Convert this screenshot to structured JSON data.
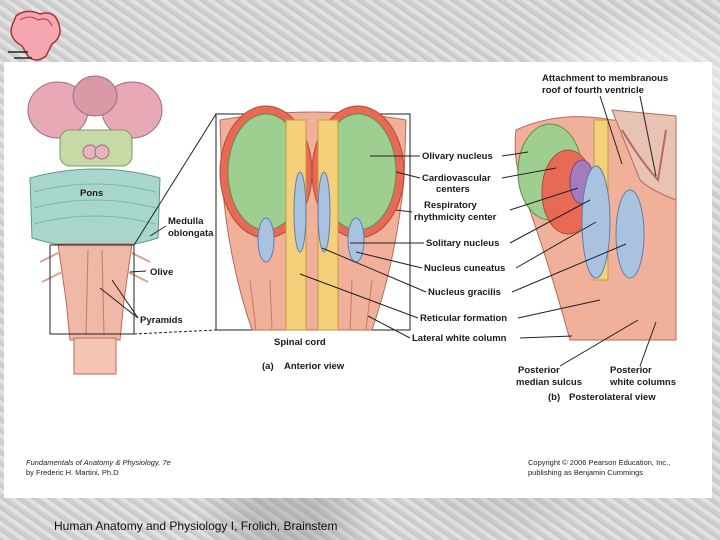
{
  "labels": {
    "pons": "Pons",
    "medulla_line1": "Medulla",
    "medulla_line2": "oblongata",
    "olive": "Olive",
    "pyramids": "Pyramids",
    "olivary_nucleus": "Olivary nucleus",
    "cardio_line1": "Cardiovascular",
    "cardio_line2": "centers",
    "resp_line1": "Respiratory",
    "resp_line2": "rhythmicity center",
    "solitary": "Solitary nucleus",
    "cuneatus": "Nucleus cuneatus",
    "gracilis": "Nucleus gracilis",
    "reticular": "Reticular formation",
    "lateral_white": "Lateral white column",
    "spinal_cord": "Spinal cord",
    "attach_line1": "Attachment to membranous",
    "attach_line2": "roof of fourth ventricle",
    "post_median_line1": "Posterior",
    "post_median_line2": "median sulcus",
    "post_white_line1": "Posterior",
    "post_white_line2": "white columns"
  },
  "views": {
    "a_letter": "(a)",
    "a_title": "Anterior view",
    "b_letter": "(b)",
    "b_title": "Posterolateral view"
  },
  "credits": {
    "book_line1": "Fundamentals of Anatomy & Physiology, 7e",
    "book_line2": "by Frederic H. Martini, Ph.D",
    "copyright_line1": "Copyright © 2006 Pearson Education, Inc.,",
    "copyright_line2": "publishing as Benjamin Cummings"
  },
  "footer": {
    "caption": "Human Anatomy and Physiology I, Frolich, Brainstem"
  }
}
